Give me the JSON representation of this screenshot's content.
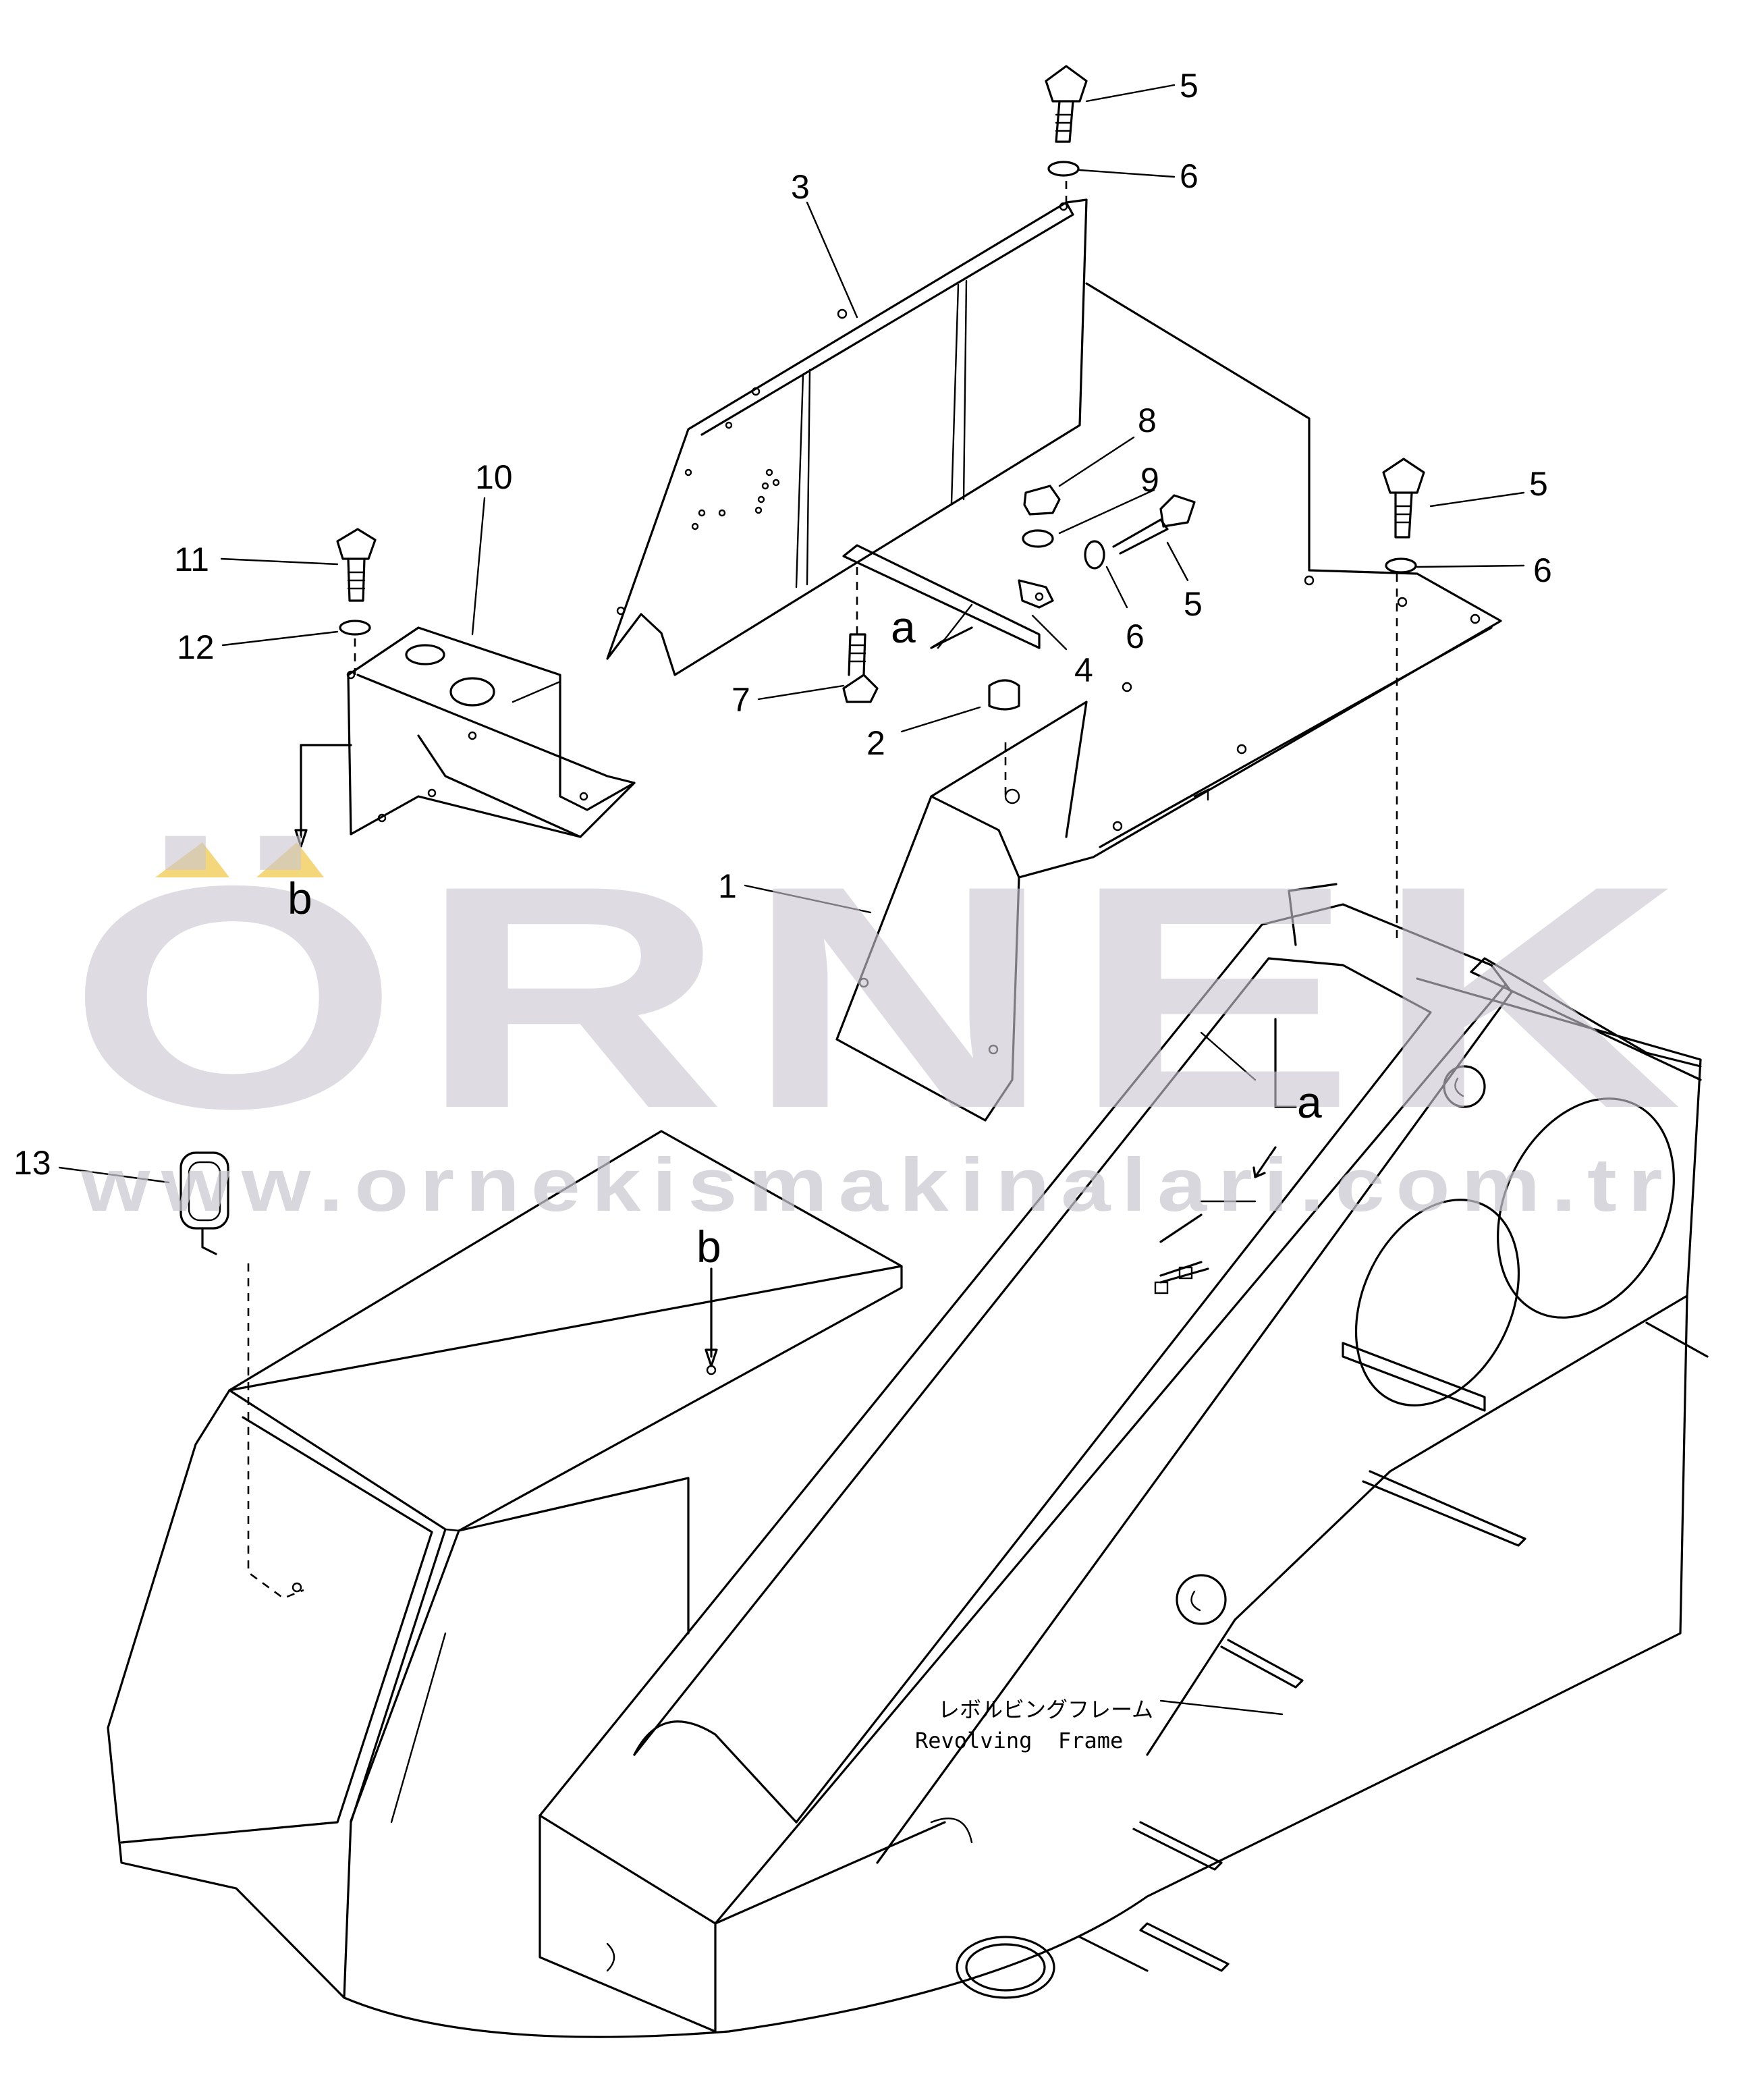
{
  "diagram": {
    "part_labels": [
      "1",
      "2",
      "3",
      "4",
      "5",
      "5",
      "5",
      "6",
      "6",
      "6",
      "7",
      "8",
      "9",
      "10",
      "11",
      "12",
      "13"
    ],
    "view_markers": {
      "a": "a",
      "b": "b"
    },
    "caption": {
      "japanese": "レボルビングフレーム",
      "english": "Revolving  Frame"
    }
  },
  "watermark": {
    "brand": "ÖRNEK",
    "url": "www.ornekismakinalari.com.tr",
    "accent_color": "#f3d77a",
    "text_color": "#c9c7d0"
  }
}
